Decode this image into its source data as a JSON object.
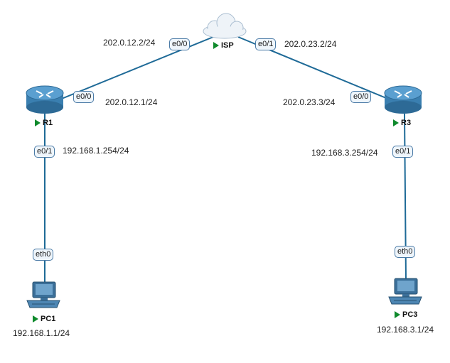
{
  "colors": {
    "link": "#1e6a97",
    "router_body": "#3a7fb0",
    "status_ok": "#0f8a2c"
  },
  "nodes": {
    "isp": {
      "name": "ISP",
      "status_icon": "play-icon"
    },
    "r1": {
      "name": "R1",
      "status_icon": "play-icon"
    },
    "r3": {
      "name": "R3",
      "status_icon": "play-icon"
    },
    "pc1": {
      "name": "PC1",
      "status_icon": "play-icon",
      "ip": "192.168.1.1/24"
    },
    "pc3": {
      "name": "PC3",
      "status_icon": "play-icon",
      "ip": "192.168.3.1/24"
    }
  },
  "links": [
    {
      "a": "isp",
      "a_iface": "e0/0",
      "a_ip": "202.0.12.2/24",
      "b": "r1",
      "b_iface": "e0/0",
      "b_ip": "202.0.12.1/24"
    },
    {
      "a": "isp",
      "a_iface": "e0/1",
      "a_ip": "202.0.23.2/24",
      "b": "r3",
      "b_iface": "e0/0",
      "b_ip": "202.0.23.3/24"
    },
    {
      "a": "r1",
      "a_iface": "e0/1",
      "a_ip": "192.168.1.254/24",
      "b": "pc1",
      "b_iface": "eth0"
    },
    {
      "a": "r3",
      "a_iface": "e0/1",
      "a_ip": "192.168.3.254/24",
      "b": "pc3",
      "b_iface": "eth0"
    }
  ]
}
